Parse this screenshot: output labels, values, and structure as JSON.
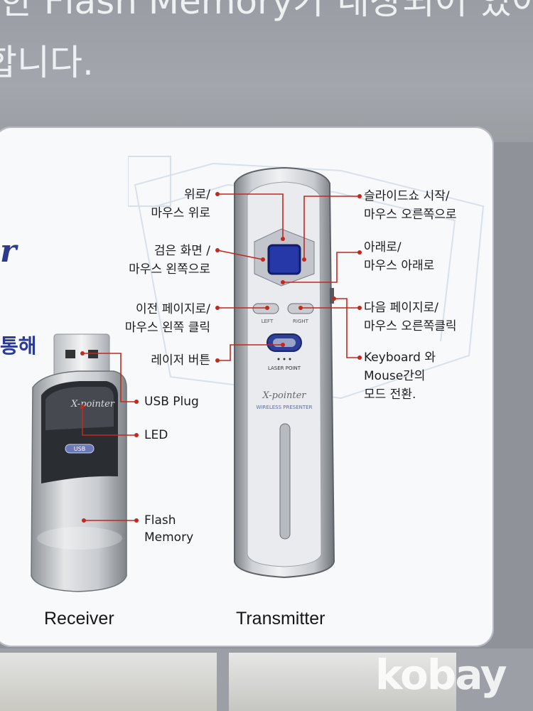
{
  "header": {
    "line1": "한 Flash Memory가 내장되어 있어",
    "line2": "합니다."
  },
  "side": {
    "blue_mark": "r",
    "text": "통해"
  },
  "receiver": {
    "caption": "Receiver",
    "brand": "X-pointer",
    "usb_label": "USB",
    "labels": {
      "usb_plug": "USB Plug",
      "led": "LED",
      "flash_1": "Flash",
      "flash_2": "Memory"
    }
  },
  "transmitter": {
    "caption": "Transmitter",
    "brand": "X-pointer",
    "sub_brand": "WIRELESS PRESENTER",
    "left_btn": "LEFT",
    "right_btn": "RIGHT",
    "laser_label": "LASER POINT",
    "labels": {
      "up_1": "위로/",
      "up_2": "마우스 위로",
      "black_1": "검은 화면 /",
      "black_2": "마우스 왼쪽으로",
      "prev_1": "이전 페이지로/",
      "prev_2": "마우스 왼쪽 클릭",
      "laser": "레이저 버튼",
      "slideshow_1": "슬라이드쇼 시작/",
      "slideshow_2": "마우스 오른쪽으로",
      "down_1": "아래로/",
      "down_2": "마우스 아래로",
      "next_1": "다음 페이지로/",
      "next_2": "마우스 오른쪽클릭",
      "mode_1": "Keyboard 와",
      "mode_2": "Mouse간의",
      "mode_3": "모드 전환."
    }
  },
  "footer": {
    "watermark": "kobay"
  },
  "colors": {
    "leader_line": "#c3281e",
    "panel_bg": "#f8f9fb",
    "accent_blue": "#2b3a96"
  }
}
